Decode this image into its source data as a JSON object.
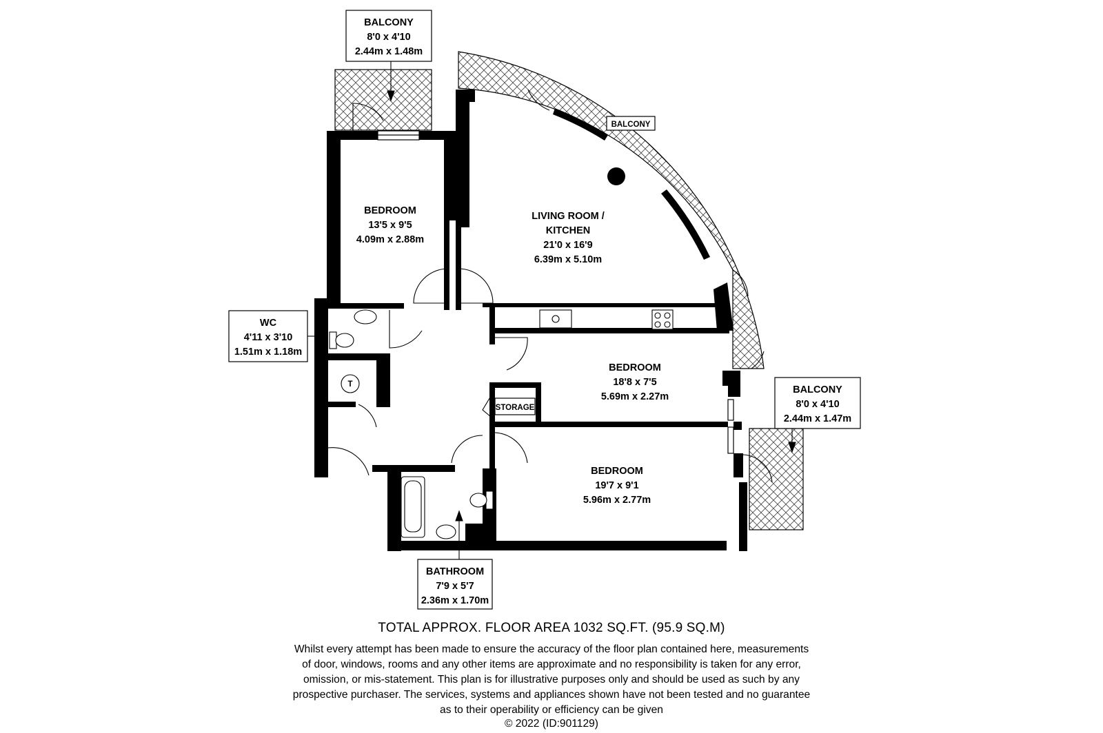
{
  "rooms": {
    "balcony_top": {
      "name": "BALCONY",
      "imperial": "8'0 x 4'10",
      "metric": "2.44m x 1.48m"
    },
    "bedroom_1": {
      "name": "BEDROOM",
      "imperial": "13'5 x 9'5",
      "metric": "4.09m x 2.88m"
    },
    "living": {
      "name_line1": "LIVING ROOM /",
      "name_line2": "KITCHEN",
      "imperial": "21'0 x 16'9",
      "metric": "6.39m x 5.10m"
    },
    "balcony_curved": {
      "name": "BALCONY"
    },
    "wc": {
      "name": "WC",
      "imperial": "4'11 x 3'10",
      "metric": "1.51m x 1.18m"
    },
    "bedroom_2": {
      "name": "BEDROOM",
      "imperial": "18'8 x 7'5",
      "metric": "5.69m x 2.27m"
    },
    "storage": {
      "name": "STORAGE"
    },
    "balcony_right": {
      "name": "BALCONY",
      "imperial": "8'0 x 4'10",
      "metric": "2.44m x 1.47m"
    },
    "bedroom_3": {
      "name": "BEDROOM",
      "imperial": "19'7 x 9'1",
      "metric": "5.96m x 2.77m"
    },
    "bathroom": {
      "name": "BATHROOM",
      "imperial": "7'9 x 5'7",
      "metric": "2.36m x 1.70m"
    },
    "cupboard": {
      "symbol": "T"
    }
  },
  "footer": {
    "total_area": "TOTAL APPROX. FLOOR AREA 1032 SQ.FT. (95.9 SQ.M)",
    "disclaimer": [
      "Whilst every attempt has been made to ensure the accuracy of the floor plan contained here, measurements",
      "of door, windows, rooms and any other items are approximate and no responsibility is taken for any error,",
      "omission, or mis-statement. This plan is for illustrative purposes only and should be used as such by any",
      "prospective purchaser. The services, systems and appliances shown have not been tested and no guarantee",
      "as to their operability or efficiency can be given"
    ],
    "copyright": "© 2022 (ID:901129)"
  }
}
